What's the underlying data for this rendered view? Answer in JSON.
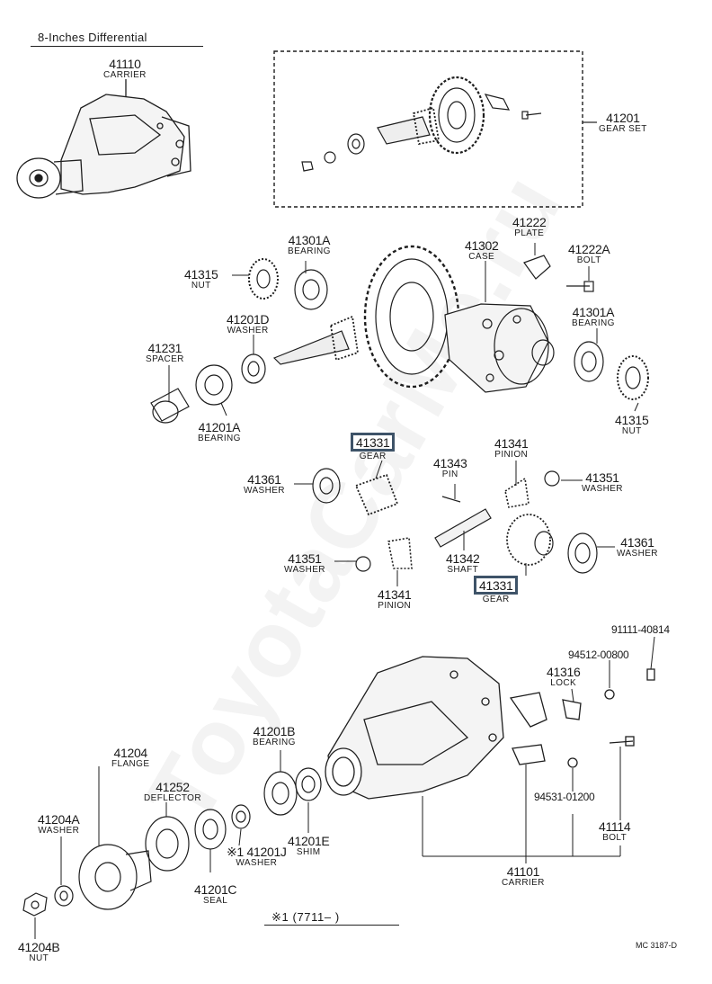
{
  "title": "8-Inches Differential",
  "watermark": "ToyotaCarMe.ru",
  "footnote": "※1 (7711–      )",
  "drawing_code": "MC 3187-D",
  "highlight_color": "#3e5368",
  "labels": {
    "p41110": {
      "number": "41110",
      "name": "CARRIER"
    },
    "p41201": {
      "number": "41201",
      "name": "GEAR SET"
    },
    "p41301a_top": {
      "number": "41301A",
      "name": "BEARING"
    },
    "p41315_top": {
      "number": "41315",
      "name": "NUT"
    },
    "p41302": {
      "number": "41302",
      "name": "CASE"
    },
    "p41222": {
      "number": "41222",
      "name": "PLATE"
    },
    "p41222a": {
      "number": "41222A",
      "name": "BOLT"
    },
    "p41201d": {
      "number": "41201D",
      "name": "WASHER"
    },
    "p41231": {
      "number": "41231",
      "name": "SPACER"
    },
    "p41201a": {
      "number": "41201A",
      "name": "BEARING"
    },
    "p41301a_right": {
      "number": "41301A",
      "name": "BEARING"
    },
    "p41315_right": {
      "number": "41315",
      "name": "NUT"
    },
    "p41331_top": {
      "number": "41331",
      "name": "GEAR"
    },
    "p41343": {
      "number": "41343",
      "name": "PIN"
    },
    "p41341_top": {
      "number": "41341",
      "name": "PINION"
    },
    "p41351_right": {
      "number": "41351",
      "name": "WASHER"
    },
    "p41361_left": {
      "number": "41361",
      "name": "WASHER"
    },
    "p41351_left": {
      "number": "41351",
      "name": "WASHER"
    },
    "p41341_bottom": {
      "number": "41341",
      "name": "PINION"
    },
    "p41342": {
      "number": "41342",
      "name": "SHAFT"
    },
    "p41331_bottom": {
      "number": "41331",
      "name": "GEAR"
    },
    "p41361_right": {
      "number": "41361",
      "name": "WASHER"
    },
    "p91111": {
      "number": "91111-40814",
      "name": ""
    },
    "p94512": {
      "number": "94512-00800",
      "name": ""
    },
    "p41316": {
      "number": "41316",
      "name": "LOCK"
    },
    "p41201b": {
      "number": "41201B",
      "name": "BEARING"
    },
    "p41204": {
      "number": "41204",
      "name": "FLANGE"
    },
    "p41252": {
      "number": "41252",
      "name": "DEFLECTOR"
    },
    "p41204a": {
      "number": "41204A",
      "name": "WASHER"
    },
    "p41201e": {
      "number": "41201E",
      "name": "SHIM"
    },
    "p41201j": {
      "number": "※1 41201J",
      "name": "WASHER"
    },
    "p41201c": {
      "number": "41201C",
      "name": "SEAL"
    },
    "p94531": {
      "number": "94531-01200",
      "name": ""
    },
    "p41114": {
      "number": "41114",
      "name": "BOLT"
    },
    "p41101": {
      "number": "41101",
      "name": "CARRIER"
    },
    "p41204b": {
      "number": "41204B",
      "name": "NUT"
    }
  }
}
